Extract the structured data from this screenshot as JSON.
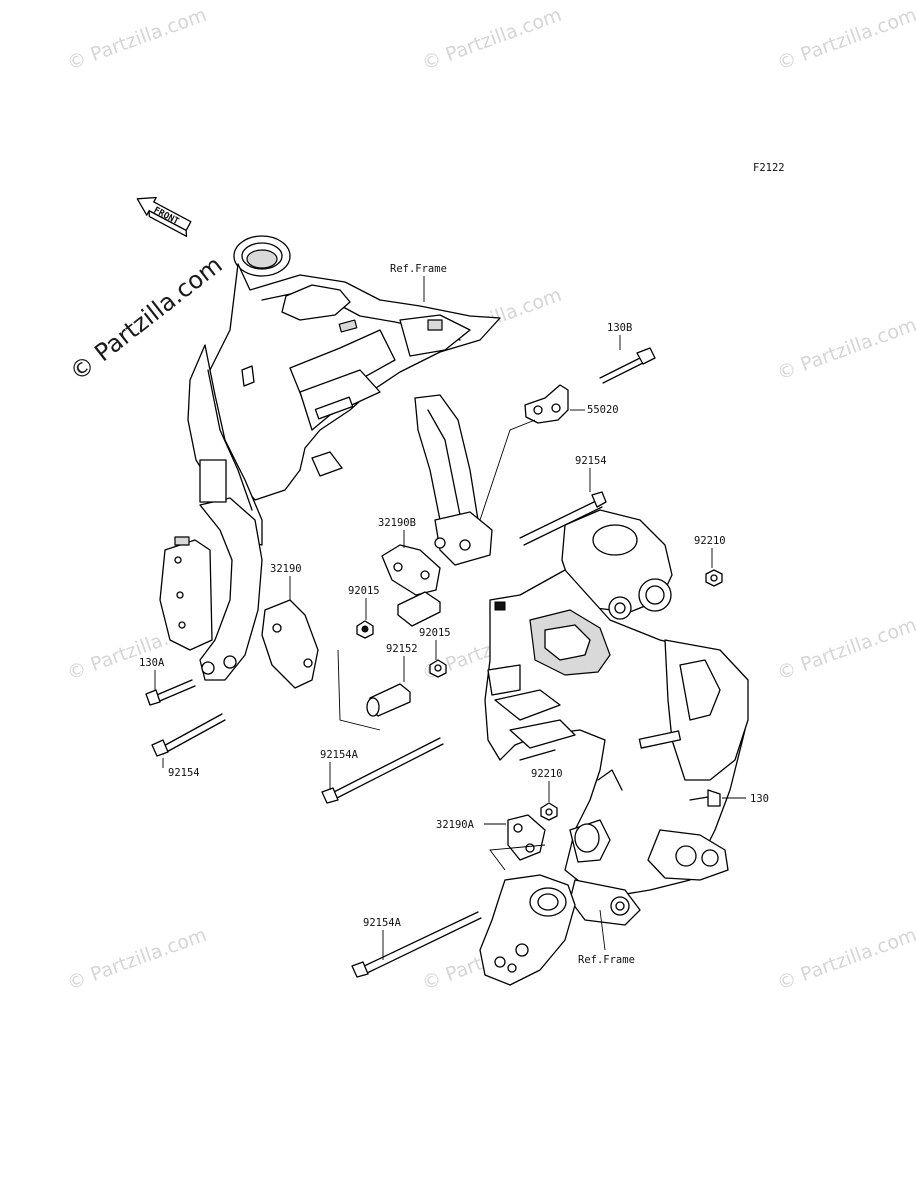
{
  "diagram_code": "F2122",
  "front_label": "FRONT",
  "ref_frame_top": "Ref.Frame",
  "ref_frame_bottom": "Ref.Frame",
  "watermark": "© Partzilla.com",
  "watermark_main": "© Partzilla.com",
  "parts": {
    "p130B": "130B",
    "p55020": "55020",
    "p92154_top": "92154",
    "p92210_right": "92210",
    "p32190B": "32190B",
    "p32190": "32190",
    "p92015_left": "92015",
    "p92015_right": "92015",
    "p92152": "92152",
    "p130A": "130A",
    "p92154_left": "92154",
    "p92154A_mid": "92154A",
    "p92210_low": "92210",
    "p130": "130",
    "p32190A": "32190A",
    "p92154A_low": "92154A"
  }
}
